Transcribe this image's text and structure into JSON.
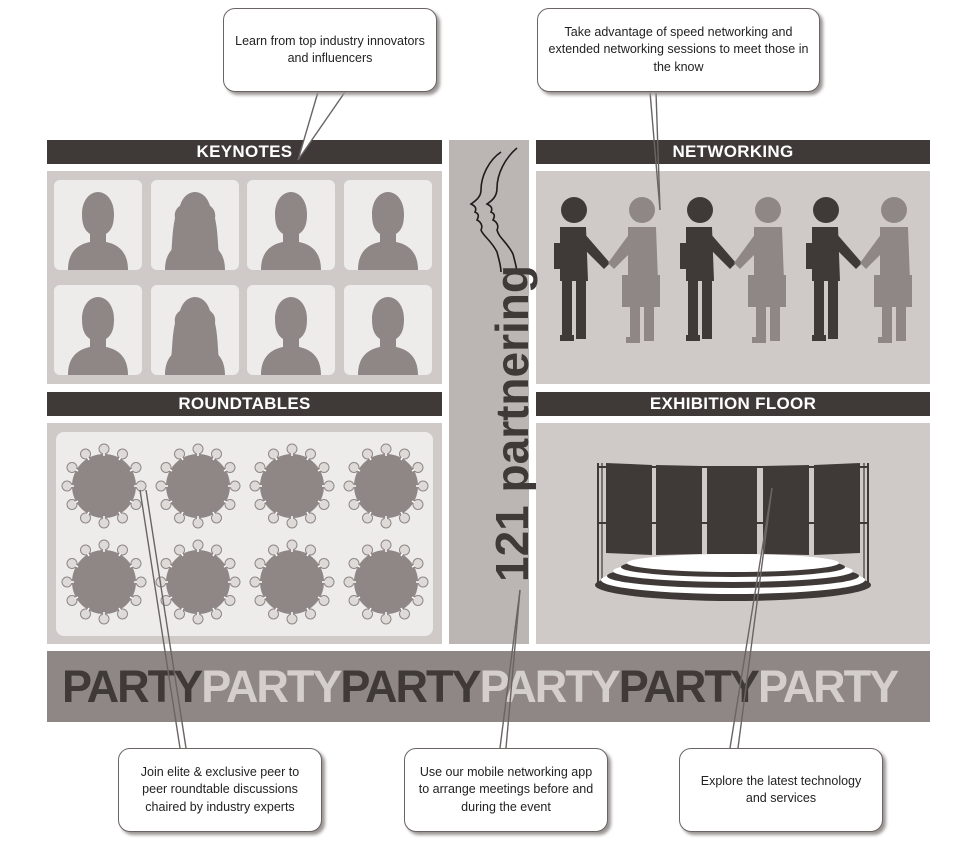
{
  "sections": {
    "keynotes": "KEYNOTES",
    "networking": "NETWORKING",
    "roundtables": "ROUNDTABLES",
    "exhibition": "EXHIBITION FLOOR",
    "partnering": "121 partnering"
  },
  "party": [
    "PARTY",
    "PARTY",
    "PARTY",
    "PARTY",
    "PARTY",
    "PARTY"
  ],
  "callouts": {
    "keynotes": "Learn from top industry innovators and influencers",
    "networking": "Take advantage of speed networking and extended networking sessions to meet those in the know",
    "roundtables": "Join elite & exclusive peer to peer roundtable discussions chaired by industry experts",
    "app": "Use our mobile networking app to arrange meetings before and during the event",
    "exhibition": "Explore the latest technology and services"
  },
  "colors": {
    "dark": "#3f3937",
    "panel": "#cfcac8",
    "figure": "#8f8785",
    "light_party": "#d4cfcd"
  }
}
